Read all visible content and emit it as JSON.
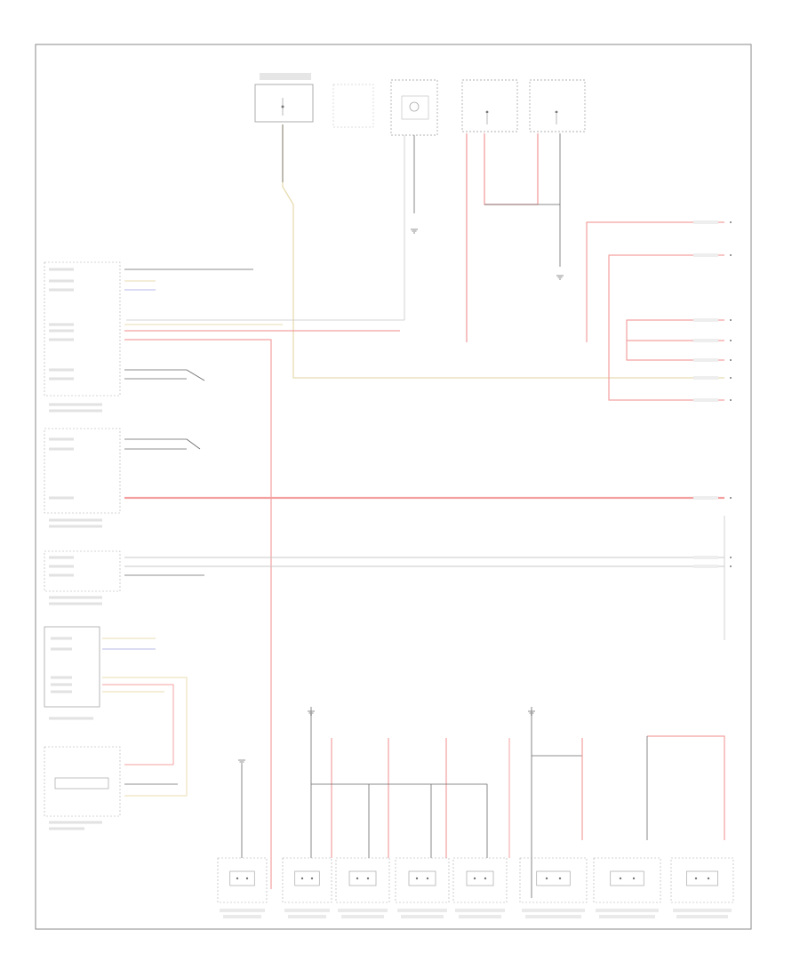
{
  "diagram": {
    "footer_code": "",
    "colors": {
      "red_wire": "#f4a0a0",
      "yellow_wire": "#e8dcb0",
      "blue_wire": "#b8b8e8",
      "black_wire": "#6a6a6a",
      "gray_wire": "#c8c8c8",
      "border": "#8a8a8a",
      "module_outline": "#999999"
    },
    "bottom_components": [
      {
        "id": "c1"
      },
      {
        "id": "c2"
      },
      {
        "id": "c3"
      },
      {
        "id": "c4"
      },
      {
        "id": "c5"
      },
      {
        "id": "c6"
      },
      {
        "id": "c7"
      },
      {
        "id": "c8"
      }
    ]
  }
}
